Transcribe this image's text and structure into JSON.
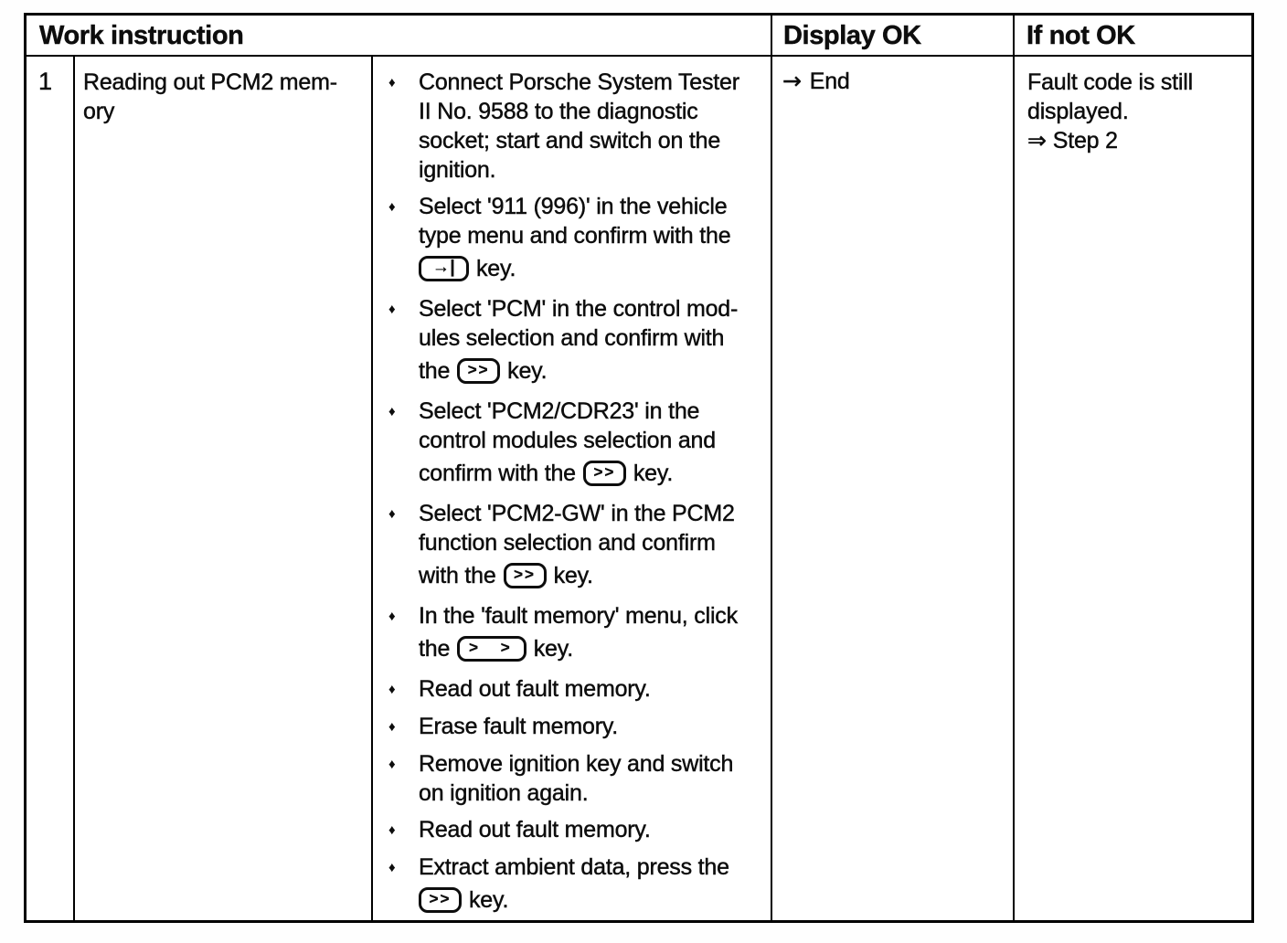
{
  "header": {
    "work_instruction": "Work instruction",
    "display_ok": "Display OK",
    "if_not_ok": "If not OK"
  },
  "row": {
    "number": "1",
    "title_lines": [
      "Reading out PCM2 mem-",
      "ory"
    ],
    "steps": [
      {
        "lines": [
          "Connect Porsche System Tester",
          "II No. 9588 to the diagnostic",
          "socket; start and switch on the",
          "ignition."
        ],
        "key_line": null
      },
      {
        "lines": [
          "Select '911 (996)' in the vehicle",
          "type menu and confirm with the"
        ],
        "key_line": {
          "before": "",
          "key": "→|",
          "type": "arrow",
          "after": "key."
        }
      },
      {
        "lines": [
          "Select 'PCM' in the control mod-",
          "ules selection and confirm with"
        ],
        "key_line": {
          "before": "the",
          "key": ">>",
          "type": "normal",
          "after": "key."
        }
      },
      {
        "lines": [
          "Select 'PCM2/CDR23' in the",
          "control modules selection and"
        ],
        "key_line": {
          "before": "confirm with the",
          "key": ">>",
          "type": "normal",
          "after": "key."
        }
      },
      {
        "lines": [
          "Select 'PCM2-GW' in the PCM2",
          "function selection and confirm"
        ],
        "key_line": {
          "before": "with the",
          "key": ">>",
          "type": "normal",
          "after": "key."
        }
      },
      {
        "lines": [
          "In the 'fault memory' menu, click"
        ],
        "key_line": {
          "before": "the",
          "key": "> >",
          "type": "wide",
          "after": "key."
        }
      },
      {
        "lines": [
          "Read out fault memory."
        ],
        "key_line": null
      },
      {
        "lines": [
          "Erase fault memory."
        ],
        "key_line": null
      },
      {
        "lines": [
          "Remove ignition key and switch",
          "on ignition again."
        ],
        "key_line": null
      },
      {
        "lines": [
          "Read out fault memory."
        ],
        "key_line": null
      },
      {
        "lines": [
          "Extract ambient data, press the"
        ],
        "key_line": {
          "before": "",
          "key": ">>",
          "type": "normal",
          "after": "key."
        }
      }
    ],
    "display_ok": {
      "arrow": "→",
      "text": "End"
    },
    "if_not_ok": {
      "lines": [
        "Fault code is still",
        "displayed."
      ],
      "arrow": "⇒",
      "action": "Step 2"
    }
  },
  "icons": {
    "bullet": "♦"
  },
  "colors": {
    "border": "#000000",
    "text": "#0d0d0d",
    "background": "#ffffff"
  }
}
